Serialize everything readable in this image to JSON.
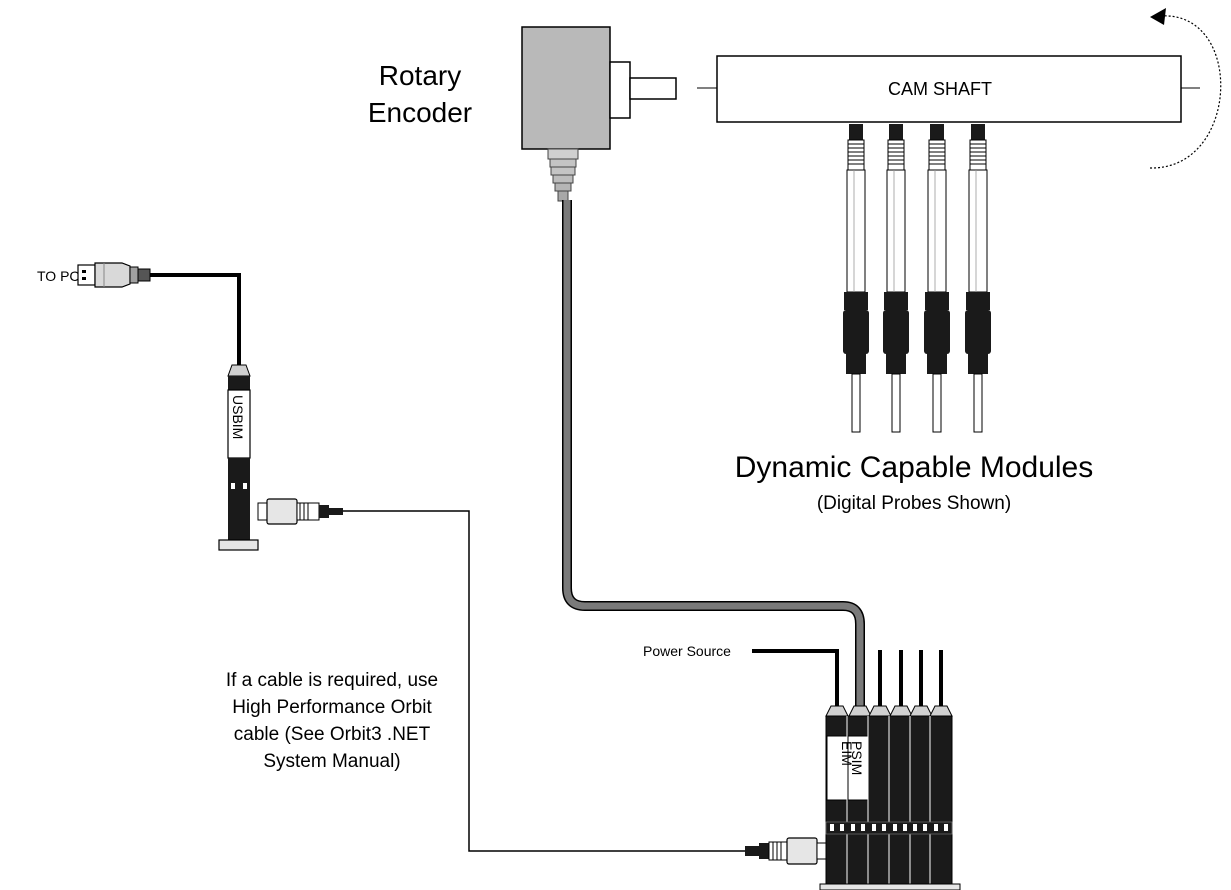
{
  "encoder": {
    "label_line1": "Rotary",
    "label_line2": "Encoder"
  },
  "camshaft": {
    "label": "CAM SHAFT"
  },
  "modules": {
    "title": "Dynamic Capable Modules",
    "subtitle": "(Digital Probes Shown)"
  },
  "pc": {
    "label": "TO PC"
  },
  "usbim": {
    "label": "USBIM"
  },
  "power": {
    "label": "Power Source"
  },
  "stack": {
    "psim_label": "PSIM",
    "eim_label": "EIM"
  },
  "cable_note": {
    "line1": "If a cable is required, use",
    "line2": "High Performance Orbit",
    "line3": "cable (See Orbit3 .NET",
    "line4": "System Manual)"
  },
  "colors": {
    "encoder_body": "#b9b9b9",
    "encoder_cable": "#7a7a7a",
    "module_black": "#1a1a1a",
    "probe_white": "#ffffff"
  }
}
